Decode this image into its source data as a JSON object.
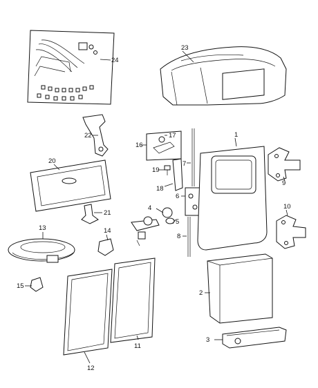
{
  "diagram": {
    "callouts": {
      "p1": "1",
      "p2": "2",
      "p3": "3",
      "p4": "4",
      "p5": "5",
      "p6": "6",
      "p7": "7",
      "p8": "8",
      "p9": "9",
      "p10": "10",
      "p11": "11",
      "p12": "12",
      "p13": "13",
      "p14": "14",
      "p15": "15",
      "p16": "16",
      "p17": "17",
      "p18": "18",
      "p19": "19",
      "p20": "20",
      "p21": "21",
      "p22": "22",
      "p23": "23",
      "p24": "24"
    }
  }
}
